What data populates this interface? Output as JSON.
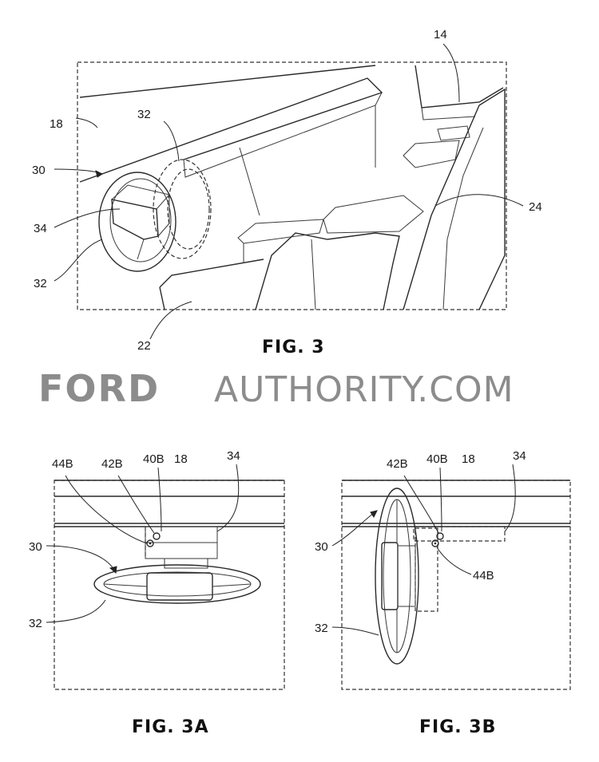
{
  "fig3": {
    "caption": "FIG. 3",
    "refs": {
      "r14": "14",
      "r18": "18",
      "r32top": "32",
      "r30": "30",
      "r34": "34",
      "r32bot": "32",
      "r22": "22",
      "r24": "24"
    }
  },
  "watermark": {
    "brand": "FORD",
    "rest": "AUTHORITY.COM"
  },
  "fig3a": {
    "caption": "FIG. 3A",
    "refs": {
      "r44b": "44B",
      "r42b": "42B",
      "r40b": "40B",
      "r18": "18",
      "r34": "34",
      "r30": "30",
      "r32": "32"
    }
  },
  "fig3b": {
    "caption": "FIG. 3B",
    "refs": {
      "r42b": "42B",
      "r40b": "40B",
      "r18": "18",
      "r34": "34",
      "r30": "30",
      "r44b": "44B",
      "r32": "32"
    }
  }
}
